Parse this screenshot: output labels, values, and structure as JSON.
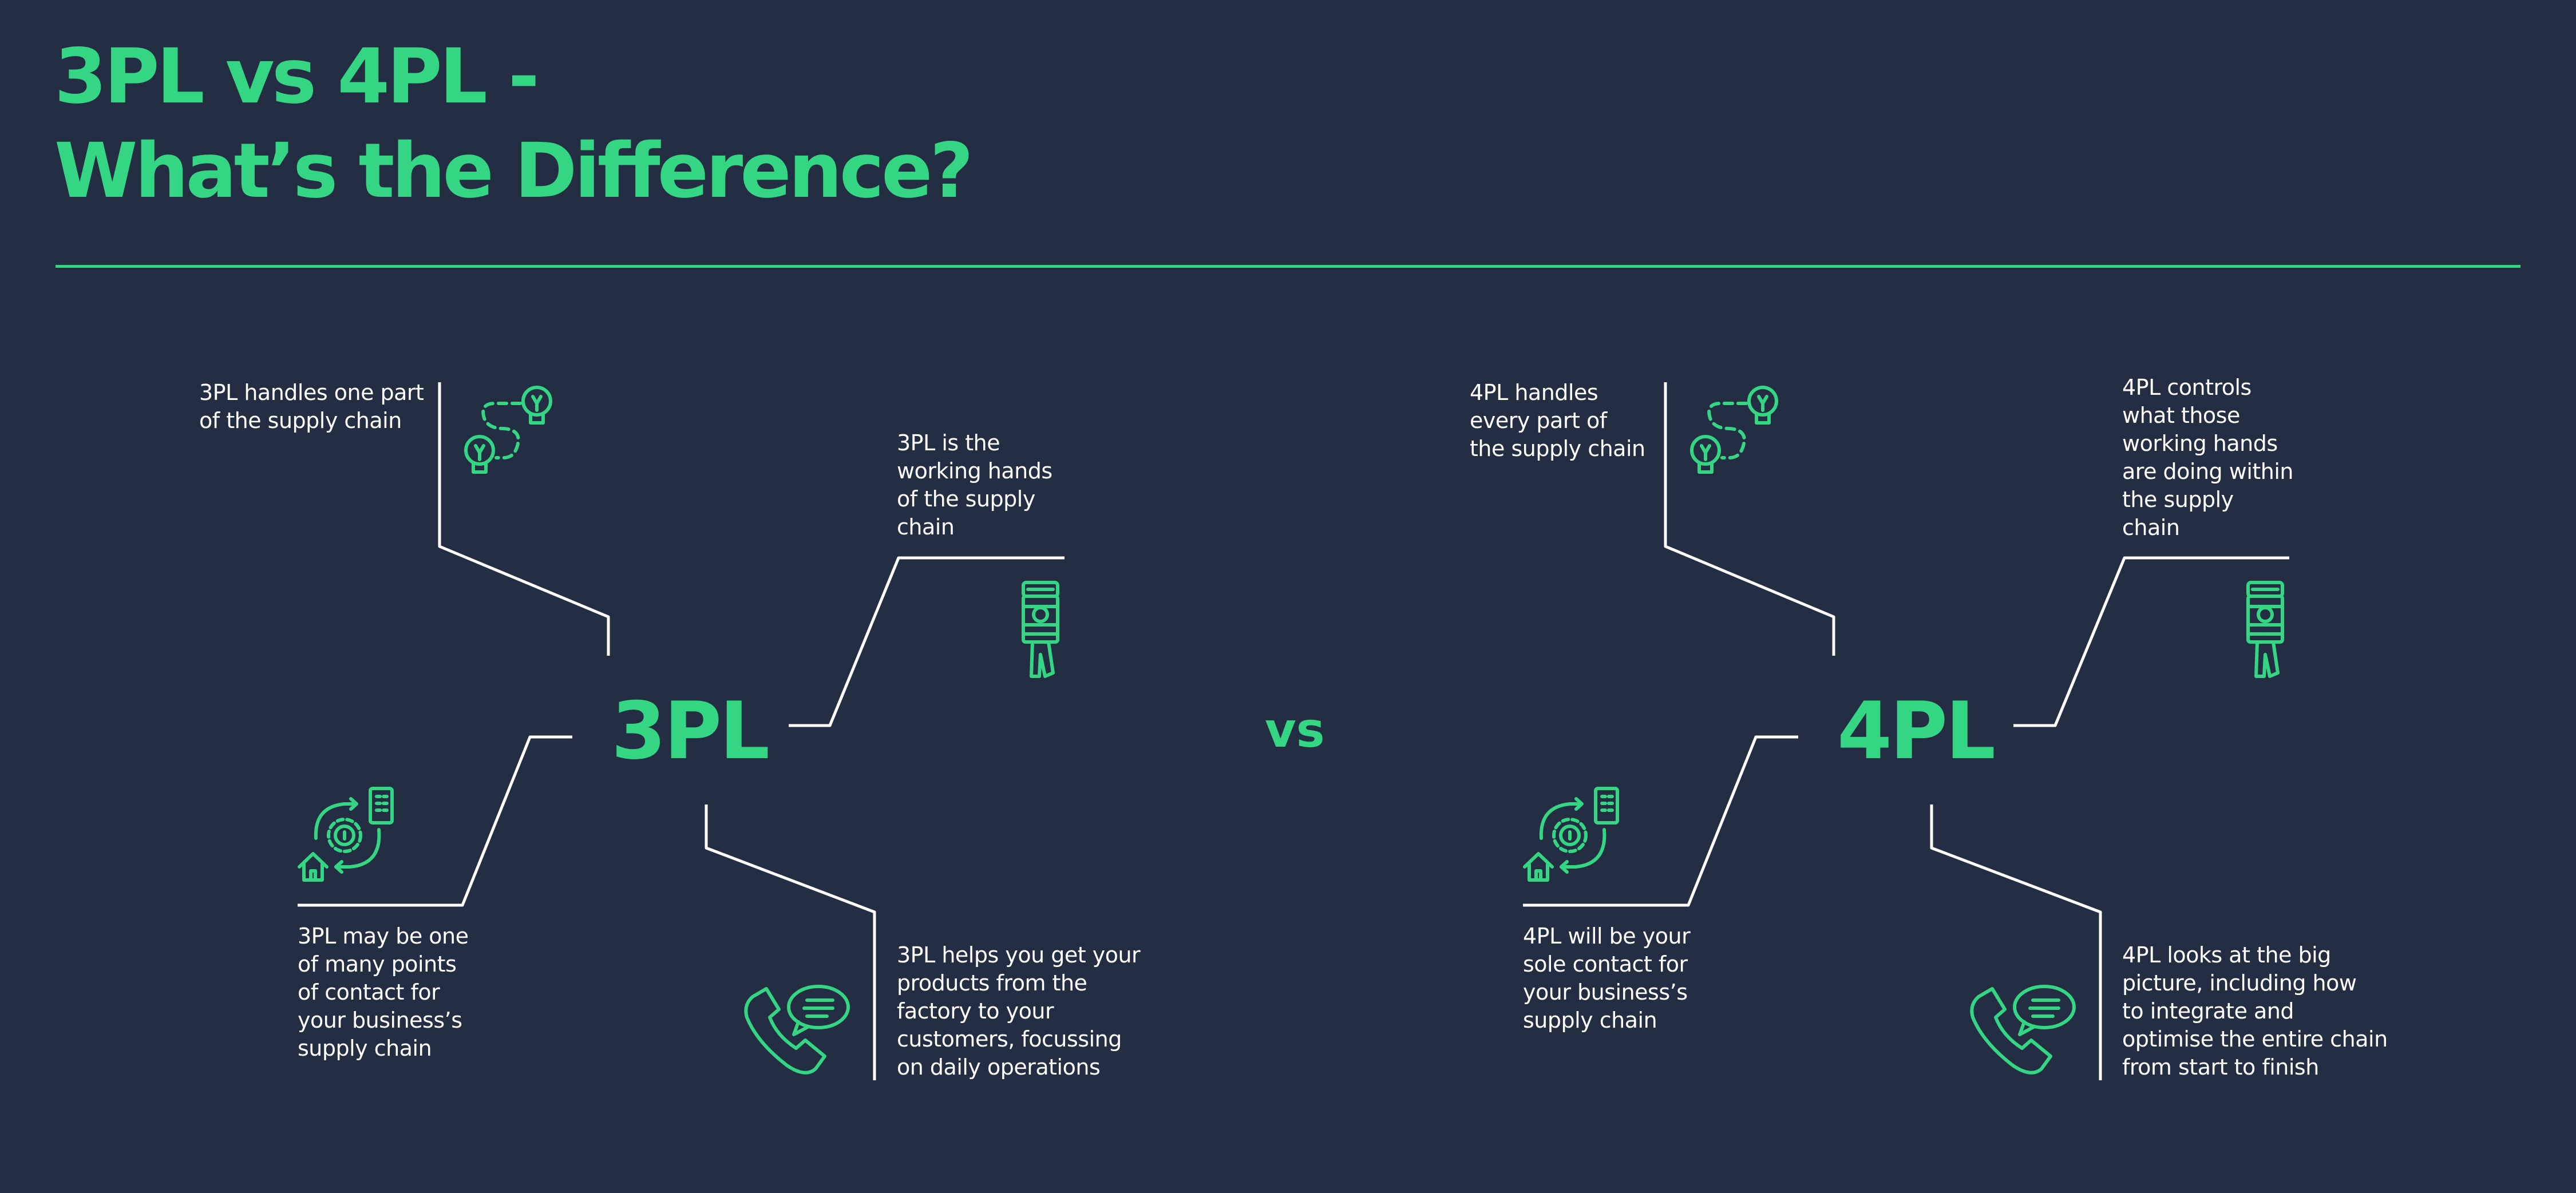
{
  "title": {
    "line1": "3PL vs 4PL -",
    "line2": "What’s the Difference?"
  },
  "vs_label": "vs",
  "colors": {
    "background": "#242e42",
    "accent": "#34d684",
    "text": "#ffffff"
  },
  "left": {
    "label": "3PL",
    "top_left": [
      "3PL handles one part",
      "of the supply chain"
    ],
    "top_right": [
      "3PL is the",
      "working hands",
      "of the supply",
      "chain"
    ],
    "bottom_left": [
      "3PL may be one",
      "of many points",
      "of contact for",
      "your business’s",
      "supply chain"
    ],
    "bottom_right": [
      "3PL helps you get your",
      "products from the",
      "factory to your",
      "customers, focussing",
      "on daily operations"
    ]
  },
  "right": {
    "label": "4PL",
    "top_left": [
      "4PL handles",
      "every part of",
      "the supply chain"
    ],
    "top_right": [
      "4PL controls",
      "what those",
      "working hands",
      "are doing within",
      "the supply",
      "chain"
    ],
    "bottom_left": [
      "4PL will be your",
      "sole contact for",
      "your business’s",
      "supply chain"
    ],
    "bottom_right": [
      "4PL looks at the big",
      "picture, including how",
      "to integrate and",
      "optimise the entire chain",
      "from start to finish"
    ]
  },
  "icons": [
    "route-pins-icon",
    "worker-icon",
    "delivery-cycle-icon",
    "phone-chat-icon"
  ]
}
